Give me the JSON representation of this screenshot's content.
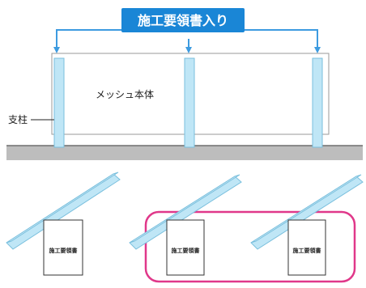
{
  "callout": {
    "label": "施工要領書入り",
    "color": "#1a86d6",
    "text_color": "#ffffff"
  },
  "mesh": {
    "label": "メッシュ本体"
  },
  "post": {
    "label": "支柱",
    "color": "#bfe6f6",
    "stroke": "#79bfdd"
  },
  "manuals": [
    {
      "label": "施工要領書"
    },
    {
      "label": "施工要領書"
    },
    {
      "label": "施工要領書"
    }
  ],
  "colors": {
    "ground": "#bdbdbd",
    "ground_line": "#6f6f6f",
    "panel_outline": "#9a9a9a",
    "highlight": "#e0388a",
    "arrow": "#3d9be0"
  }
}
